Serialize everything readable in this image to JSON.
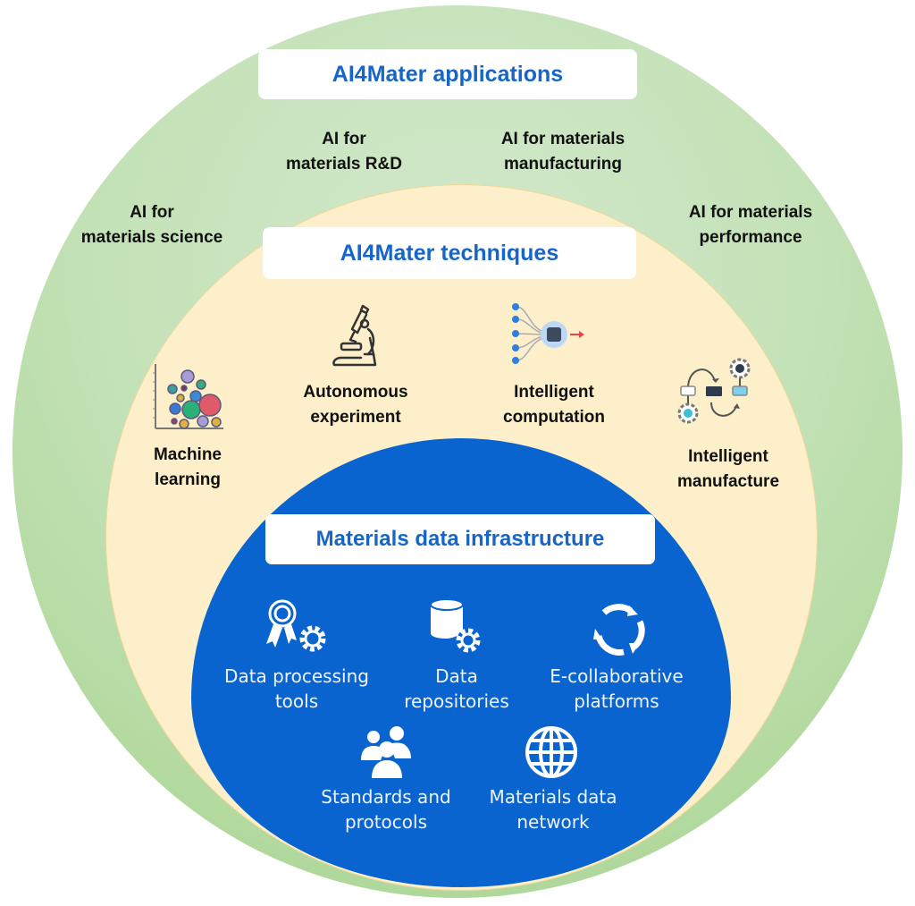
{
  "colors": {
    "outer_ring": "#a6d38c",
    "middle_ring": "#fcefca",
    "inner_circle": "#0a64d0",
    "title_text": "#1566c8",
    "label_text": "#111111",
    "inner_label_text": "#eef4ff"
  },
  "applications": {
    "title": "AI4Mater applications",
    "items": [
      {
        "line1": "AI for",
        "line2": "materials science"
      },
      {
        "line1": "AI for",
        "line2": "materials R&D"
      },
      {
        "line1": "AI for materials",
        "line2": "manufacturing"
      },
      {
        "line1": "AI for materials",
        "line2": "performance"
      }
    ]
  },
  "techniques": {
    "title": "AI4Mater techniques",
    "items": [
      {
        "icon": "scatter-bubble-chart-icon",
        "line1": "Machine",
        "line2": "learning"
      },
      {
        "icon": "microscope-icon",
        "line1": "Autonomous",
        "line2": "experiment"
      },
      {
        "icon": "neural-chip-icon",
        "line1": "Intelligent",
        "line2": "computation"
      },
      {
        "icon": "workflow-gears-icon",
        "line1": "Intelligent",
        "line2": "manufacture"
      }
    ]
  },
  "infrastructure": {
    "title": "Materials data infrastructure",
    "items": [
      {
        "icon": "award-gear-icon",
        "line1": "Data processing",
        "line2": "tools"
      },
      {
        "icon": "database-gear-icon",
        "line1": "Data",
        "line2": "repositories"
      },
      {
        "icon": "cycle-arrows-icon",
        "line1": "E-collaborative",
        "line2": "platforms"
      },
      {
        "icon": "people-group-icon",
        "line1": "Standards and",
        "line2": "protocols"
      },
      {
        "icon": "globe-icon",
        "line1": "Materials data",
        "line2": "network"
      }
    ]
  }
}
